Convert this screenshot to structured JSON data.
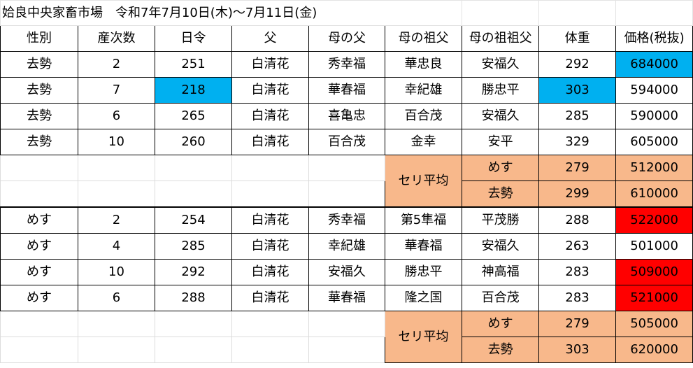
{
  "title": "姶良中央家畜市場　令和7年7月10日(木)〜7月11日(金)",
  "headers": [
    "性別",
    "産次数",
    "日令",
    "父",
    "母の父",
    "母の祖父",
    "母の祖祖父",
    "体重",
    "価格(税抜)"
  ],
  "rows_group1": [
    [
      "去勢",
      "2",
      "251",
      "白清花",
      "秀幸福",
      "華忠良",
      "安福久",
      "292",
      "684000"
    ],
    [
      "去勢",
      "7",
      "218",
      "白清花",
      "華春福",
      "幸紀雄",
      "勝忠平",
      "303",
      "594000"
    ],
    [
      "去勢",
      "6",
      "265",
      "白清花",
      "喜亀忠",
      "百合茂",
      "安福久",
      "285",
      "590000"
    ],
    [
      "去勢",
      "10",
      "260",
      "白清花",
      "百合茂",
      "金幸",
      "安平",
      "329",
      "605000"
    ]
  ],
  "avg_group1": {
    "label": "セリ平均",
    "female": {
      "sex": "めす",
      "weight": "279",
      "price": "512000"
    },
    "castrated": {
      "sex": "去勢",
      "weight": "299",
      "price": "610000"
    }
  },
  "rows_group2": [
    [
      "めす",
      "2",
      "254",
      "白清花",
      "秀幸福",
      "第5隼福",
      "平茂勝",
      "288",
      "522000"
    ],
    [
      "めす",
      "4",
      "285",
      "白清花",
      "幸紀雄",
      "華春福",
      "安福久",
      "263",
      "501000"
    ],
    [
      "めす",
      "10",
      "292",
      "白清花",
      "安福久",
      "勝忠平",
      "神高福",
      "283",
      "509000"
    ],
    [
      "めす",
      "6",
      "288",
      "白清花",
      "華春福",
      "隆之国",
      "百合茂",
      "283",
      "521000"
    ]
  ],
  "avg_group2": {
    "label": "セリ平均",
    "female": {
      "sex": "めす",
      "weight": "279",
      "price": "505000"
    },
    "castrated": {
      "sex": "去勢",
      "weight": "303",
      "price": "620000"
    }
  },
  "highlight_colors": {
    "blue": "#00b0f0",
    "red": "#ff0000",
    "average": "#f8b88b"
  }
}
